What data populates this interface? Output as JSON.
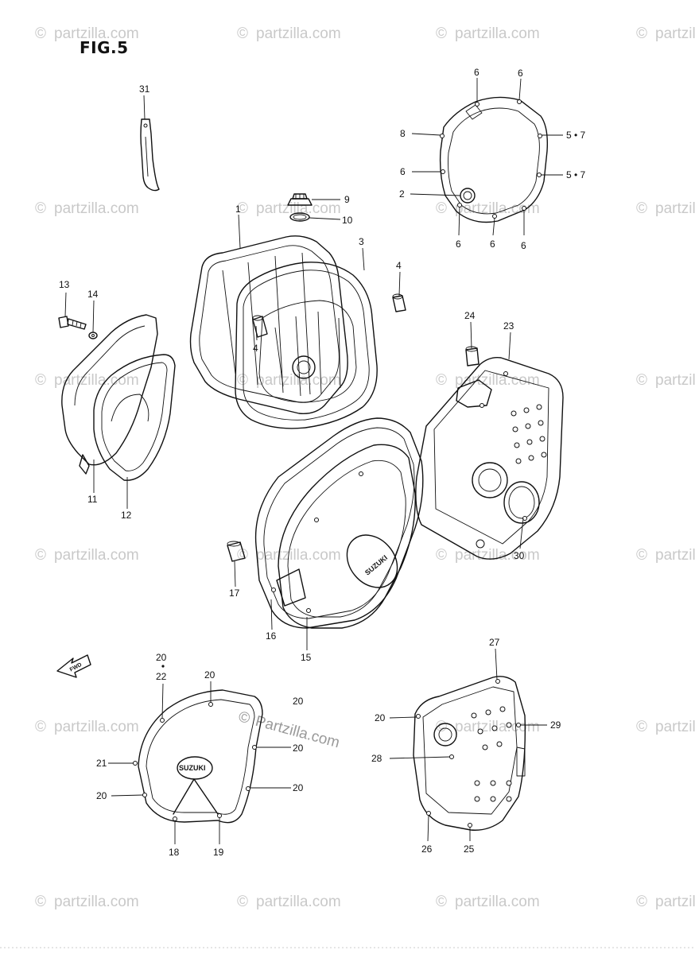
{
  "figure": {
    "title": "FIG.5"
  },
  "watermark": {
    "symbol": "©",
    "text": "partzilla.com",
    "inline_text": "Partzilla.com"
  },
  "brand_marks": {
    "suzuki_cover": "SUZUKI",
    "fwd_arrow": "FWD"
  },
  "callouts": [
    {
      "id": "c31",
      "text": "31"
    },
    {
      "id": "c6a",
      "text": "6"
    },
    {
      "id": "c6b",
      "text": "6"
    },
    {
      "id": "c8",
      "text": "8"
    },
    {
      "id": "c57a",
      "text": "5 • 7"
    },
    {
      "id": "c6c",
      "text": "6"
    },
    {
      "id": "c57b",
      "text": "5 • 7"
    },
    {
      "id": "c2",
      "text": "2"
    },
    {
      "id": "c6d",
      "text": "6"
    },
    {
      "id": "c6e",
      "text": "6"
    },
    {
      "id": "c6f",
      "text": "6"
    },
    {
      "id": "c9",
      "text": "9"
    },
    {
      "id": "c10",
      "text": "10"
    },
    {
      "id": "c1",
      "text": "1"
    },
    {
      "id": "c3",
      "text": "3"
    },
    {
      "id": "c4a",
      "text": "4"
    },
    {
      "id": "c4b",
      "text": "4"
    },
    {
      "id": "c13",
      "text": "13"
    },
    {
      "id": "c14",
      "text": "14"
    },
    {
      "id": "c24",
      "text": "24"
    },
    {
      "id": "c23",
      "text": "23"
    },
    {
      "id": "c11",
      "text": "11"
    },
    {
      "id": "c12",
      "text": "12"
    },
    {
      "id": "c30",
      "text": "30"
    },
    {
      "id": "c17",
      "text": "17"
    },
    {
      "id": "c16",
      "text": "16"
    },
    {
      "id": "c15",
      "text": "15"
    },
    {
      "id": "c20a",
      "text": "20"
    },
    {
      "id": "c22",
      "text": "22"
    },
    {
      "id": "c20b",
      "text": "20"
    },
    {
      "id": "c20c",
      "text": "20"
    },
    {
      "id": "c20d",
      "text": "20"
    },
    {
      "id": "c21",
      "text": "21"
    },
    {
      "id": "c20e",
      "text": "20"
    },
    {
      "id": "c20f",
      "text": "20"
    },
    {
      "id": "c18",
      "text": "18"
    },
    {
      "id": "c19",
      "text": "19"
    },
    {
      "id": "c27",
      "text": "27"
    },
    {
      "id": "c20g",
      "text": "20"
    },
    {
      "id": "c29",
      "text": "29"
    },
    {
      "id": "c28",
      "text": "28"
    },
    {
      "id": "c26",
      "text": "26"
    },
    {
      "id": "c25",
      "text": "25"
    }
  ]
}
